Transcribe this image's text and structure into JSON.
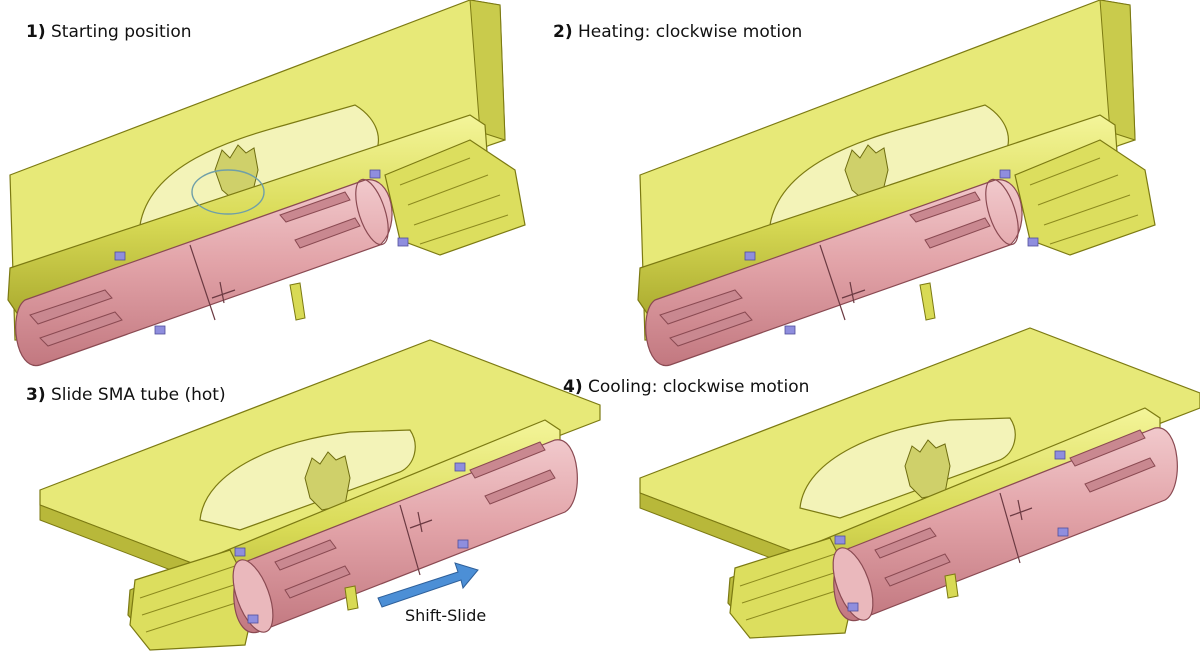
{
  "steps": [
    {
      "number": "1)",
      "label": "Starting position"
    },
    {
      "number": "2)",
      "label": "Heating: clockwise motion"
    },
    {
      "number": "3)",
      "label": "Slide SMA tube (hot)"
    },
    {
      "number": "4)",
      "label": "Cooling: clockwise motion"
    }
  ],
  "arrow": {
    "label": "Shift-Slide"
  },
  "colors": {
    "plate": "#e6e874",
    "plate_side": "#b8b83a",
    "plate_edge": "#7c7a12",
    "rail": "#d8da55",
    "tube": "#e2a3a8",
    "tube_dark": "#b4646c",
    "marker": "#8f8ede",
    "arrow": "#4c8fd6",
    "highlight_ring": "#6f9fa8"
  }
}
